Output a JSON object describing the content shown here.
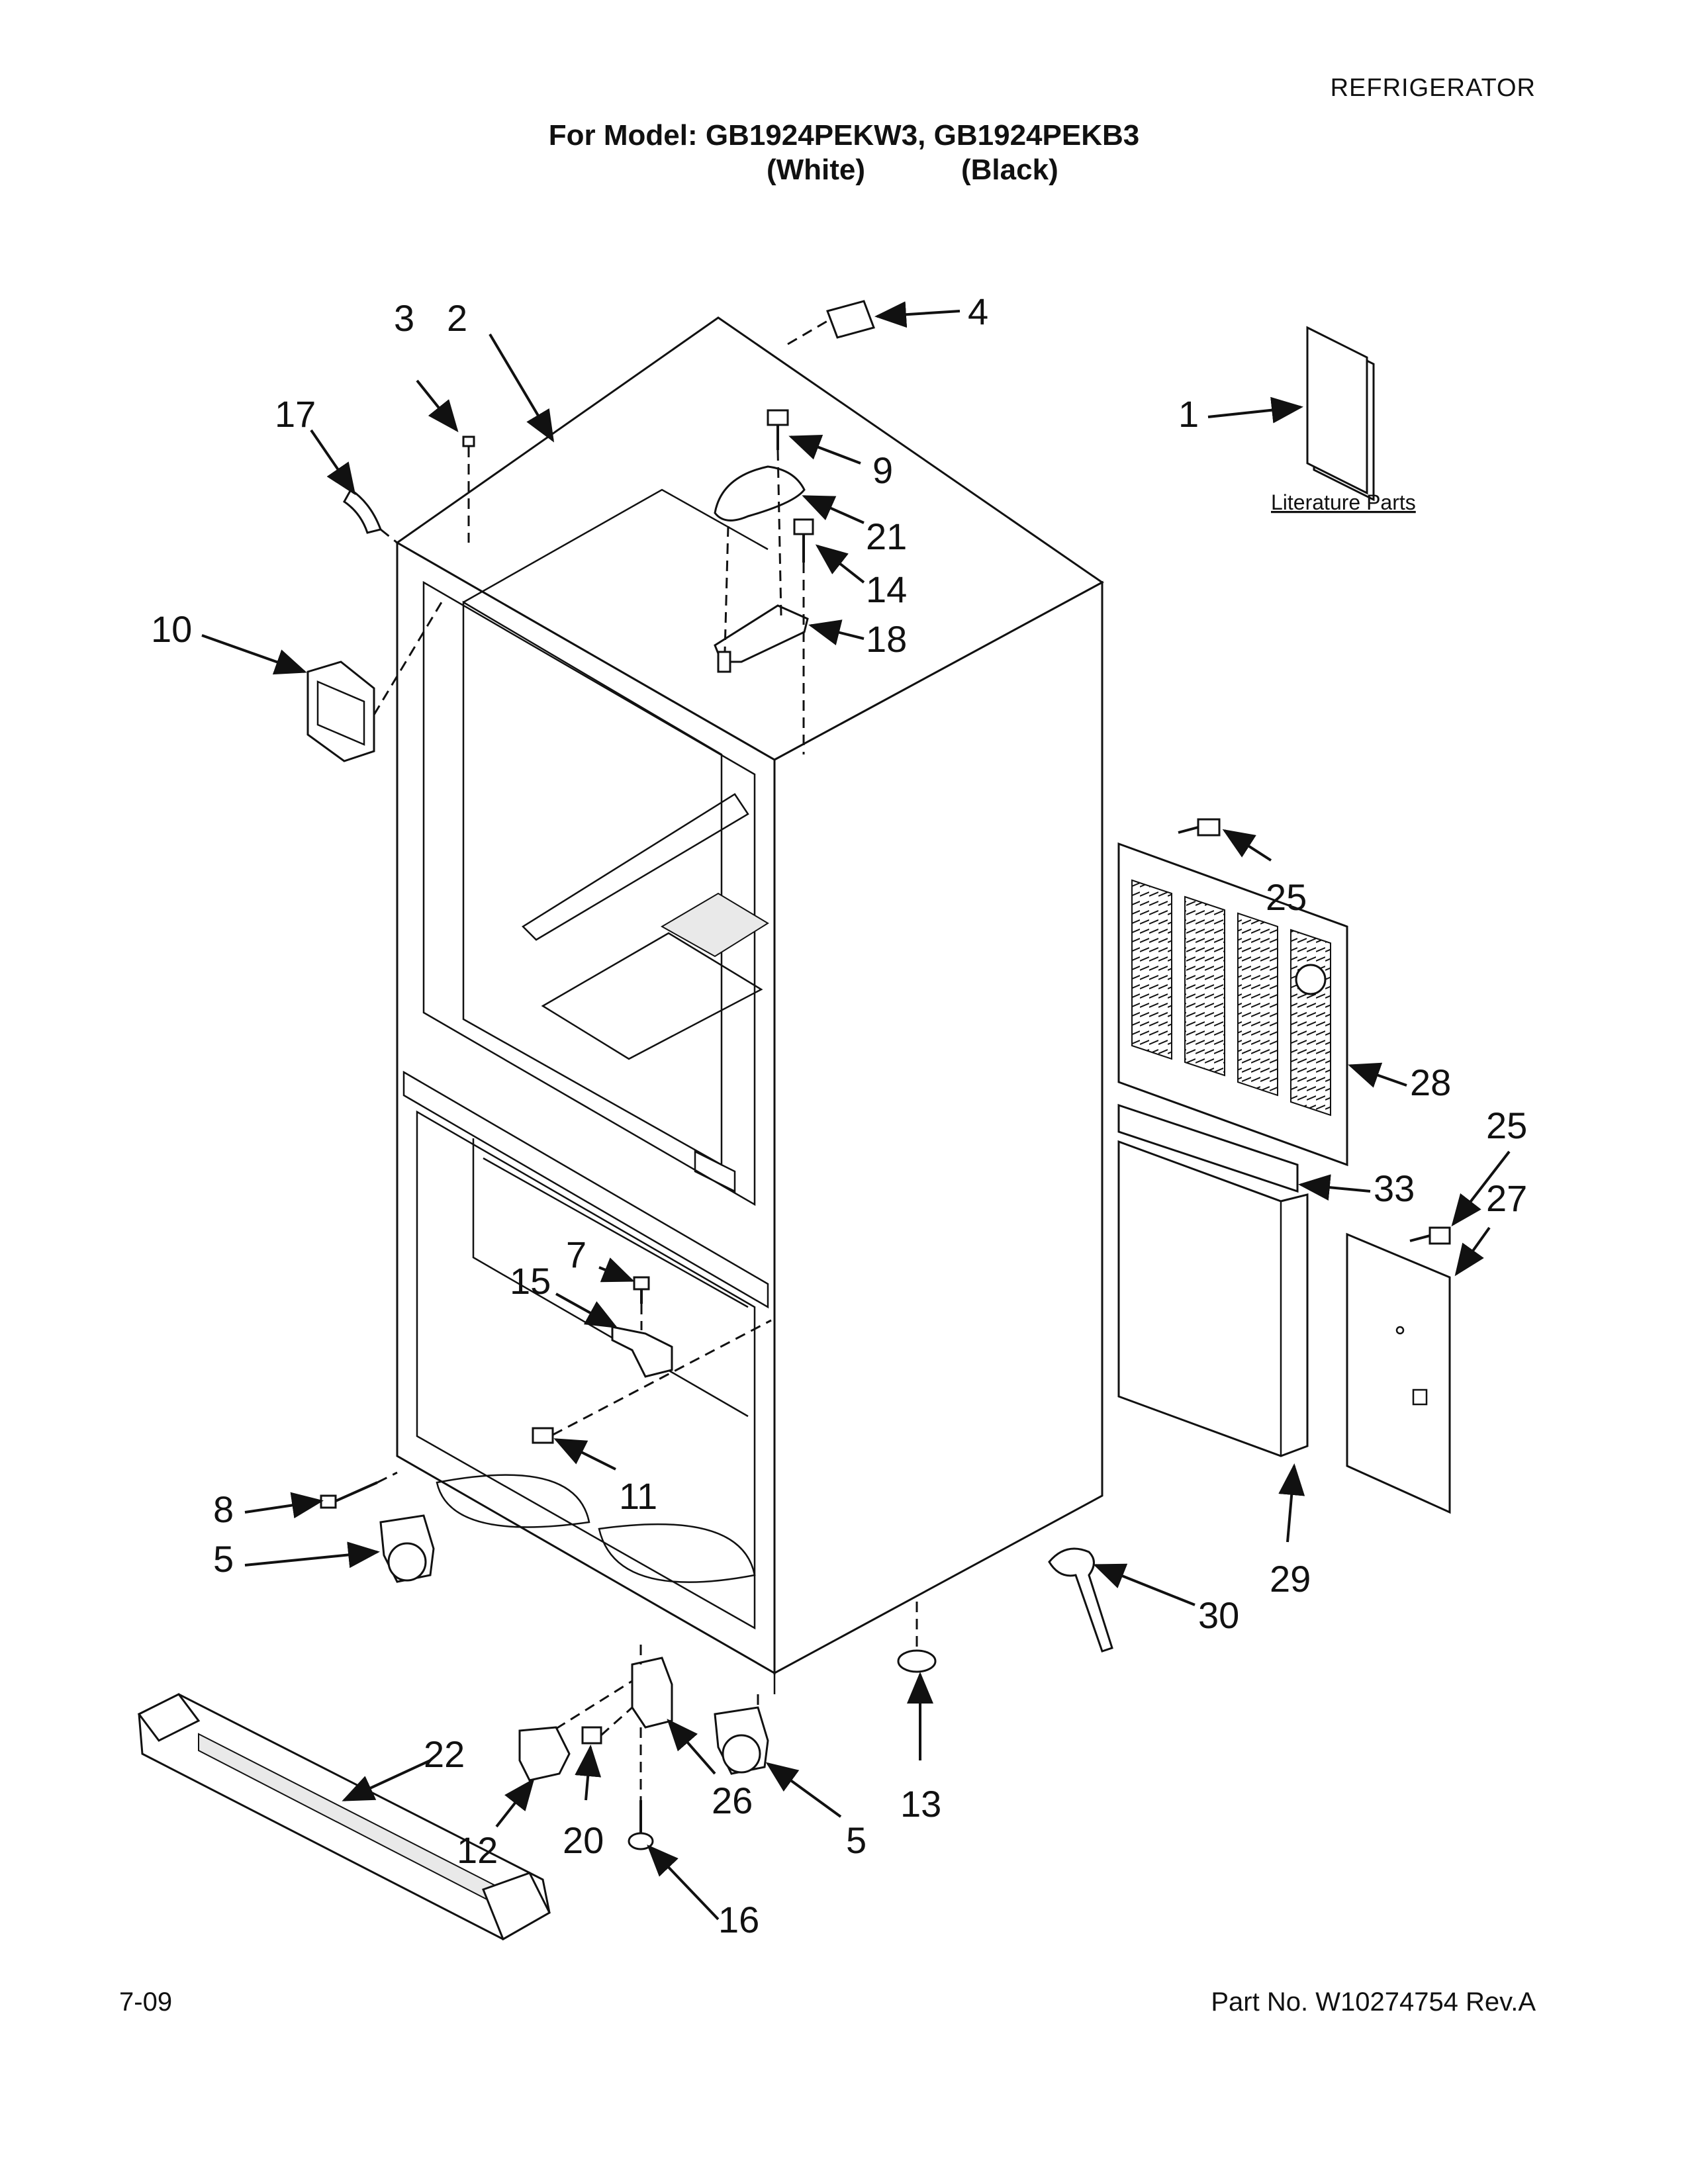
{
  "header": {
    "category": "REFRIGERATOR",
    "model_line": "For Model: GB1924PEKW3, GB1924PEKB3",
    "variant_white": "(White)",
    "variant_black": "(Black)"
  },
  "literature_label": "Literature Parts",
  "callouts": {
    "c1": "1",
    "c2": "2",
    "c3": "3",
    "c4": "4",
    "c5a": "5",
    "c5b": "5",
    "c7": "7",
    "c8": "8",
    "c9": "9",
    "c10": "10",
    "c11": "11",
    "c12": "12",
    "c13": "13",
    "c14": "14",
    "c15": "15",
    "c16": "16",
    "c17": "17",
    "c18": "18",
    "c20": "20",
    "c21": "21",
    "c22": "22",
    "c25a": "25",
    "c25b": "25",
    "c26": "26",
    "c27": "27",
    "c28": "28",
    "c29": "29",
    "c30": "30",
    "c33": "33"
  },
  "footer": {
    "date": "7-09",
    "part_number": "Part No. W10274754 Rev.A"
  }
}
